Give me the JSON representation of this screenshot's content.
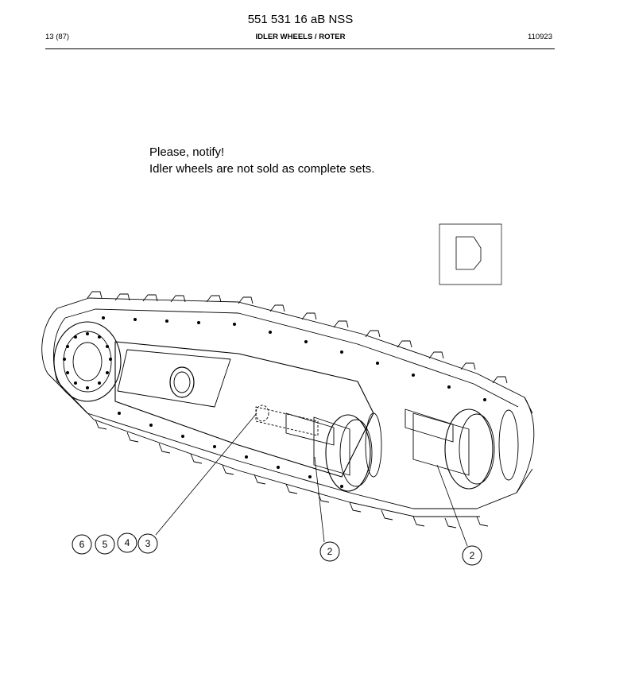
{
  "header": {
    "document_id": "551 531 16 aB NSS",
    "page": "13 (87)",
    "section": "IDLER WHEELS / ROTER",
    "date_code": "110923"
  },
  "notice": {
    "line1": "Please, notify!",
    "line2": "Idler wheels are not sold as complete sets."
  },
  "drawing": {
    "view_marker": "D",
    "callouts": {
      "group": [
        "6",
        "5",
        "4",
        "3"
      ],
      "idler_left": "2",
      "idler_right": "2"
    }
  }
}
